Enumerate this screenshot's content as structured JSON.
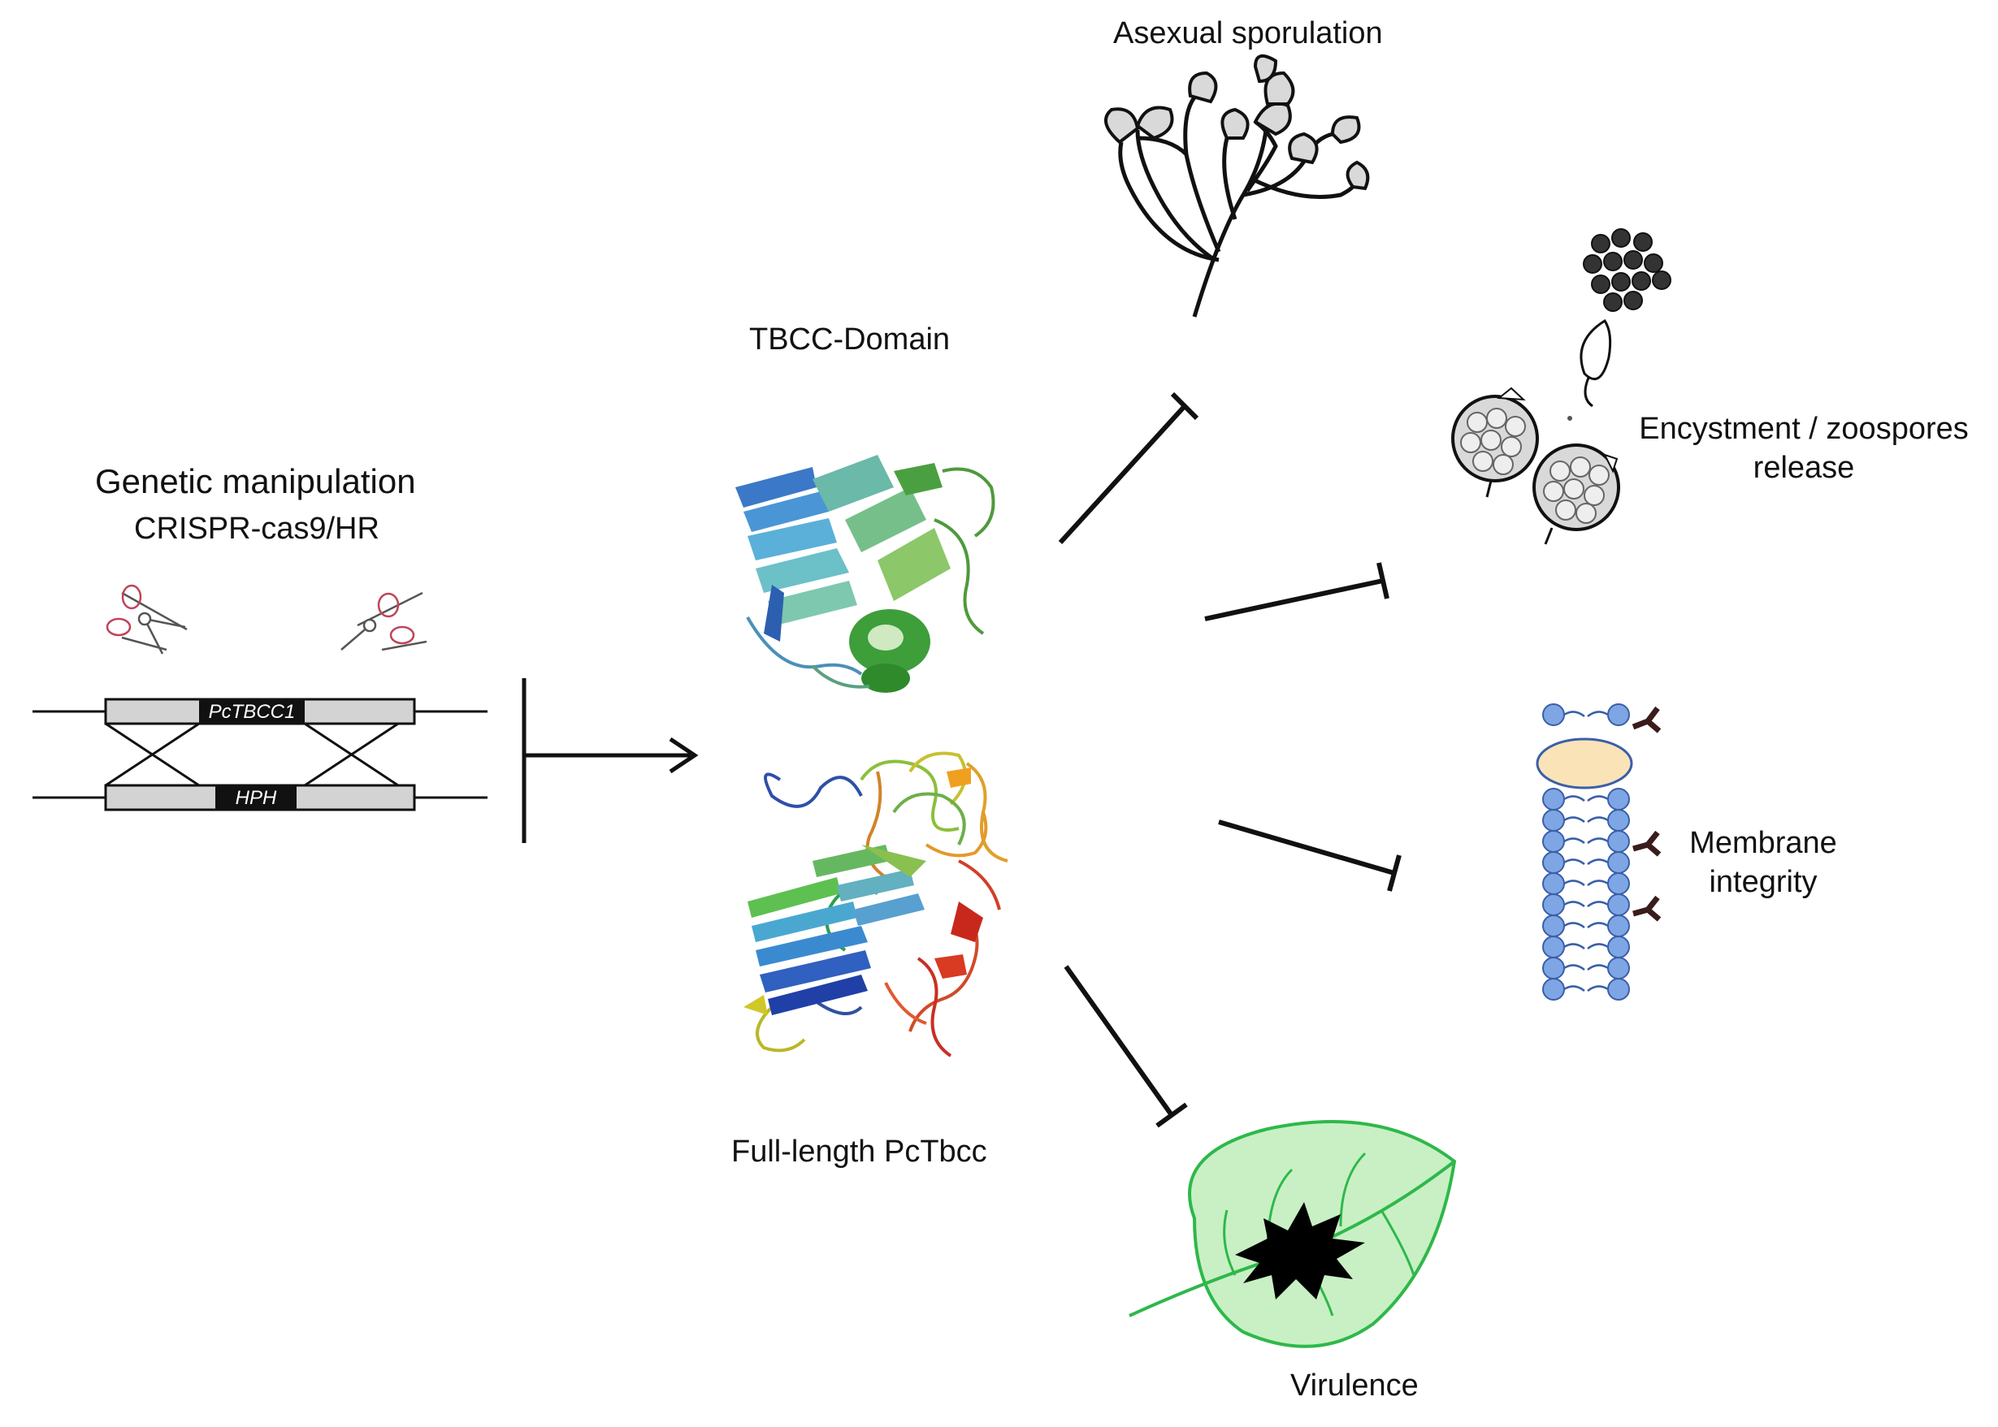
{
  "labels": {
    "genetic_manipulation": "Genetic manipulation",
    "crispr": "CRISPR-cas9/HR",
    "gene_top": "PcTBCC1",
    "gene_bottom": "HPH",
    "tbcc_domain": "TBCC-Domain",
    "full_length": "Full-length PcTbcc",
    "asexual_sporulation": "Asexual sporulation",
    "encystment_line1": "Encystment / zoospores",
    "encystment_line2": "release",
    "membrane_line1": "Membrane",
    "membrane_line2": "integrity",
    "virulence": "Virulence"
  },
  "colors": {
    "leaf_fill": "#c8f0c4",
    "leaf_stroke": "#2eb84a",
    "membrane_head": "#7fa6e4",
    "membrane_tail": "#3a5fa8",
    "protein_ellipse": "#fbe3b8",
    "receptor": "#3a1c1c",
    "sporangium": "#d9d9d9",
    "gene_box": "#d3d3d3"
  },
  "icons": [
    "scissors-icon",
    "protein-structure-icon",
    "sporangiophore-icon",
    "zoospore-icon",
    "cell-membrane-icon",
    "leaf-lesion-icon"
  ]
}
